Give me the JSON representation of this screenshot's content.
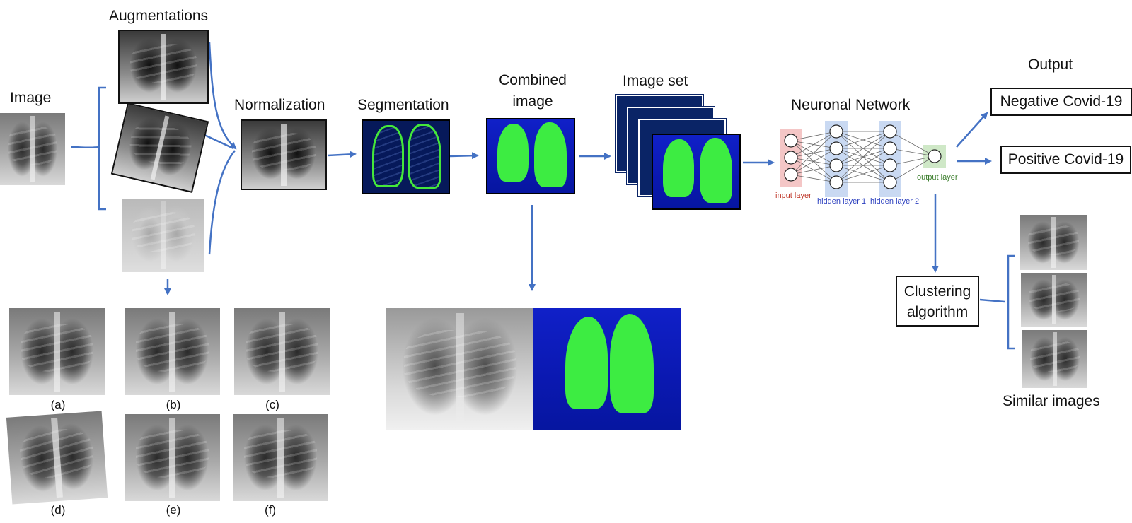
{
  "labels": {
    "image": "Image",
    "augmentations": "Augmentations",
    "normalization": "Normalization",
    "segmentation": "Segmentation",
    "combined_line1": "Combined",
    "combined_line2": "image",
    "image_set": "Image set",
    "neuronal_network": "Neuronal Network",
    "output": "Output",
    "similar_images": "Similar images"
  },
  "outputs": {
    "negative": "Negative Covid-19",
    "positive": "Positive Covid-19"
  },
  "clustering": {
    "line1": "Clustering",
    "line2": "algorithm"
  },
  "network": {
    "input_layer": "input layer",
    "hidden_layer_1": "hidden layer 1",
    "hidden_layer_2": "hidden layer 2",
    "output_layer": "output layer",
    "colors": {
      "input": "#f4c6c6",
      "hidden": "#c9d9f2",
      "output": "#cfe8c7",
      "input_text": "#c0392b",
      "hidden_text": "#2b3fbf",
      "output_text": "#3a7d2b"
    }
  },
  "captions": [
    "(a)",
    "(b)",
    "(c)",
    "(d)",
    "(e)",
    "(f)"
  ],
  "colors": {
    "arrow": "#4472c4",
    "lung_green": "#3dec42",
    "segmentation_bg": "#06195a",
    "combined_bg": "#1020c8"
  }
}
